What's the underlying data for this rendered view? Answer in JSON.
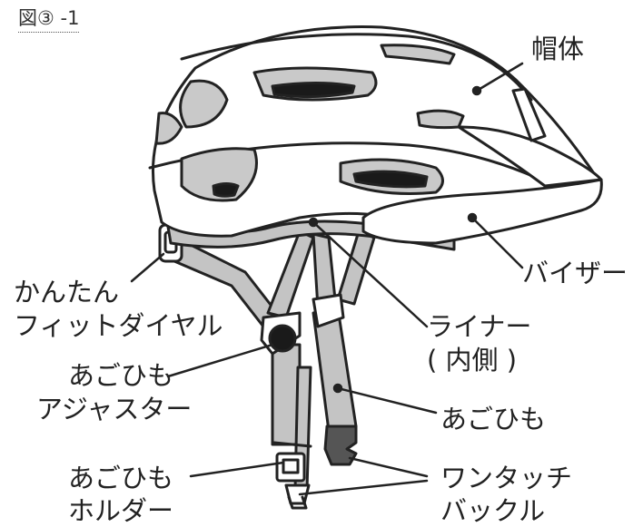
{
  "figure_label": "図③ -1",
  "labels": {
    "shell": "帽体",
    "visor": "バイザー",
    "dial_line1": "かんたん",
    "dial_line2": "フィットダイヤル",
    "liner_line1": "ライナー",
    "liner_line2": "( 内側 )",
    "adjuster_line1": "あごひも",
    "adjuster_line2": "アジャスター",
    "strap": "あごひも",
    "holder_line1": "あごひも",
    "holder_line2": "ホルダー",
    "buckle_line1": "ワンタッチ",
    "buckle_line2": "バックル"
  },
  "colors": {
    "ink": "#222222",
    "shell": "#ffffff",
    "vent": "#c9c9c9",
    "strap": "#c4c4c4",
    "dark": "#1a1a1a",
    "buckle": "#555555"
  }
}
